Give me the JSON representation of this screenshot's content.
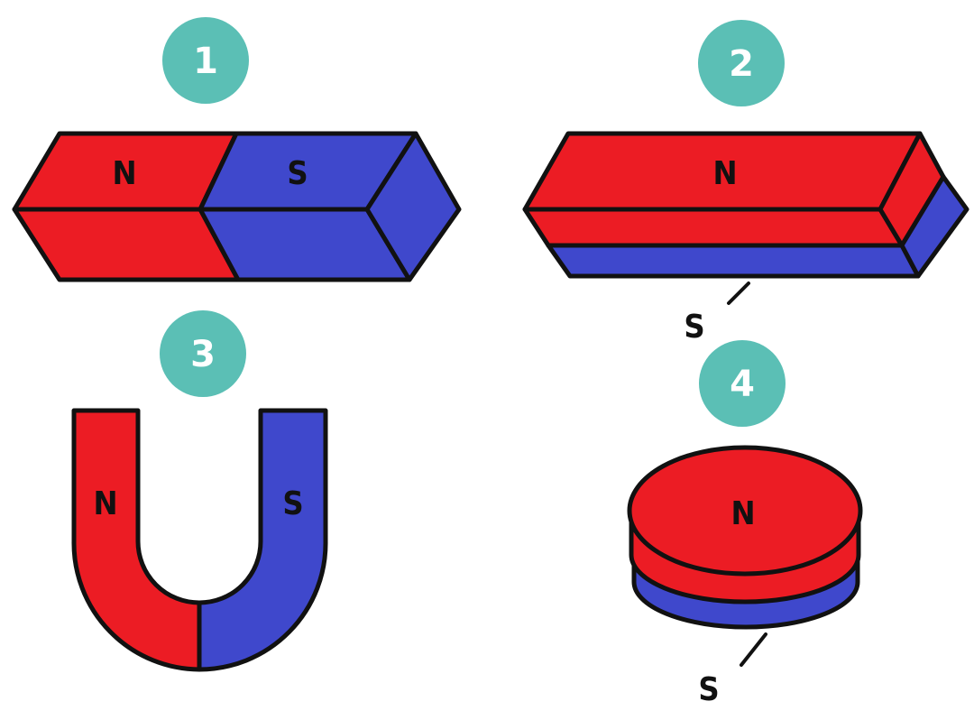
{
  "colors": {
    "north": "#ec1c24",
    "south": "#3f48cc",
    "badge": "#5bbfb5",
    "outline": "#111111"
  },
  "magnets": [
    {
      "number": "1",
      "type": "bar magnet",
      "north_label": "N",
      "south_label": "S"
    },
    {
      "number": "2",
      "type": "bar magnet (lengthwise)",
      "north_label": "N",
      "south_label": "S"
    },
    {
      "number": "3",
      "type": "horseshoe magnet",
      "north_label": "N",
      "south_label": "S"
    },
    {
      "number": "4",
      "type": "disc magnet",
      "north_label": "N",
      "south_label": "S"
    }
  ]
}
